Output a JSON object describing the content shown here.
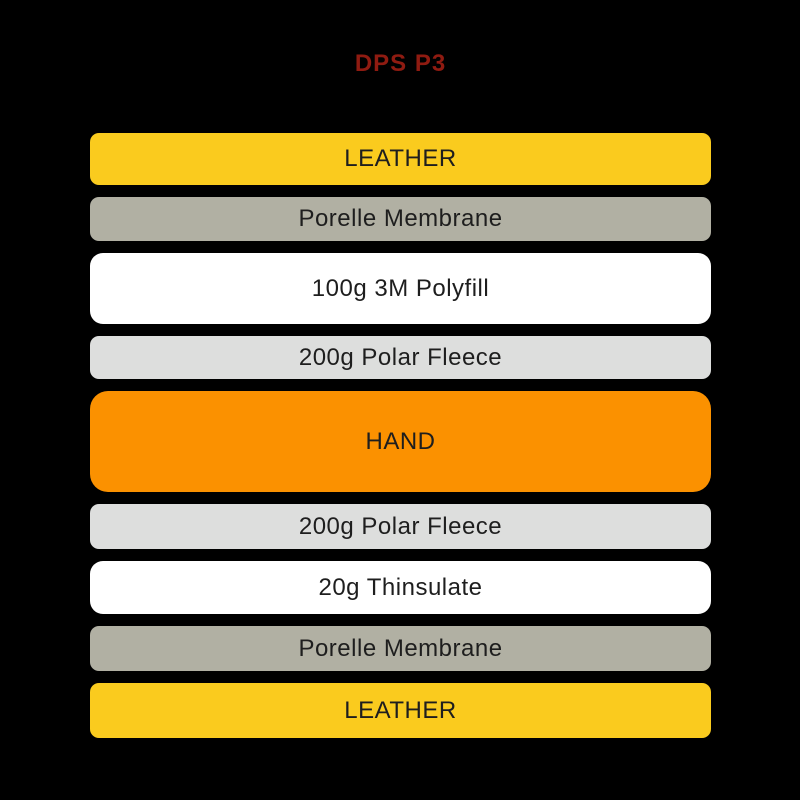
{
  "page": {
    "background": "#000000"
  },
  "title": {
    "text": "DPS P3",
    "color": "#8F1B11"
  },
  "stack": {
    "text_color": "#1E1E1E",
    "layers": [
      {
        "label": "LEATHER",
        "color": "#FACB1E",
        "height": 52
      },
      {
        "label": "Porelle Membrane",
        "color": "#B1B0A3",
        "height": 44
      },
      {
        "label": "100g 3M Polyfill",
        "color": "#FFFFFF",
        "height": 71
      },
      {
        "label": "200g Polar Fleece",
        "color": "#DDDEDD",
        "height": 43
      },
      {
        "label": "HAND",
        "color": "#FB9100",
        "height": 101
      },
      {
        "label": "200g Polar Fleece",
        "color": "#DDDEDD",
        "height": 45
      },
      {
        "label": "20g Thinsulate",
        "color": "#FFFFFF",
        "height": 53
      },
      {
        "label": "Porelle Membrane",
        "color": "#B1B0A3",
        "height": 45
      },
      {
        "label": "LEATHER",
        "color": "#FACB1E",
        "height": 55
      }
    ]
  }
}
